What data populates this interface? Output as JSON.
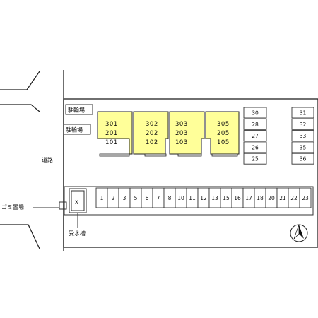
{
  "labels": {
    "bicycle_parking_1": "駐輪場",
    "bicycle_parking_2": "駐輪場",
    "road": "道路",
    "garbage": "ゴミ置場",
    "water_tank": "受水槽"
  },
  "buildings": [
    {
      "units": [
        "301",
        "201",
        "101"
      ]
    },
    {
      "units": [
        "302",
        "202",
        "102"
      ]
    },
    {
      "units": [
        "303",
        "203",
        "103"
      ]
    },
    {
      "units": [
        "305",
        "205",
        "105"
      ]
    }
  ],
  "parking_column_a": [
    "30",
    "28",
    "27",
    "26",
    "25"
  ],
  "parking_column_b": [
    "31",
    "32",
    "33",
    "35",
    "36"
  ],
  "parking_row": [
    "1",
    "2",
    "3",
    "5",
    "6",
    "7",
    "8",
    "10",
    "11",
    "12",
    "13",
    "15",
    "16",
    "17",
    "18",
    "20",
    "21",
    "22",
    "23"
  ],
  "colors": {
    "building_fill": "#ffff99",
    "line": "#222222"
  },
  "icons": {
    "north_arrow": "north-arrow-icon",
    "water_tank": "water-tank-x-icon"
  }
}
